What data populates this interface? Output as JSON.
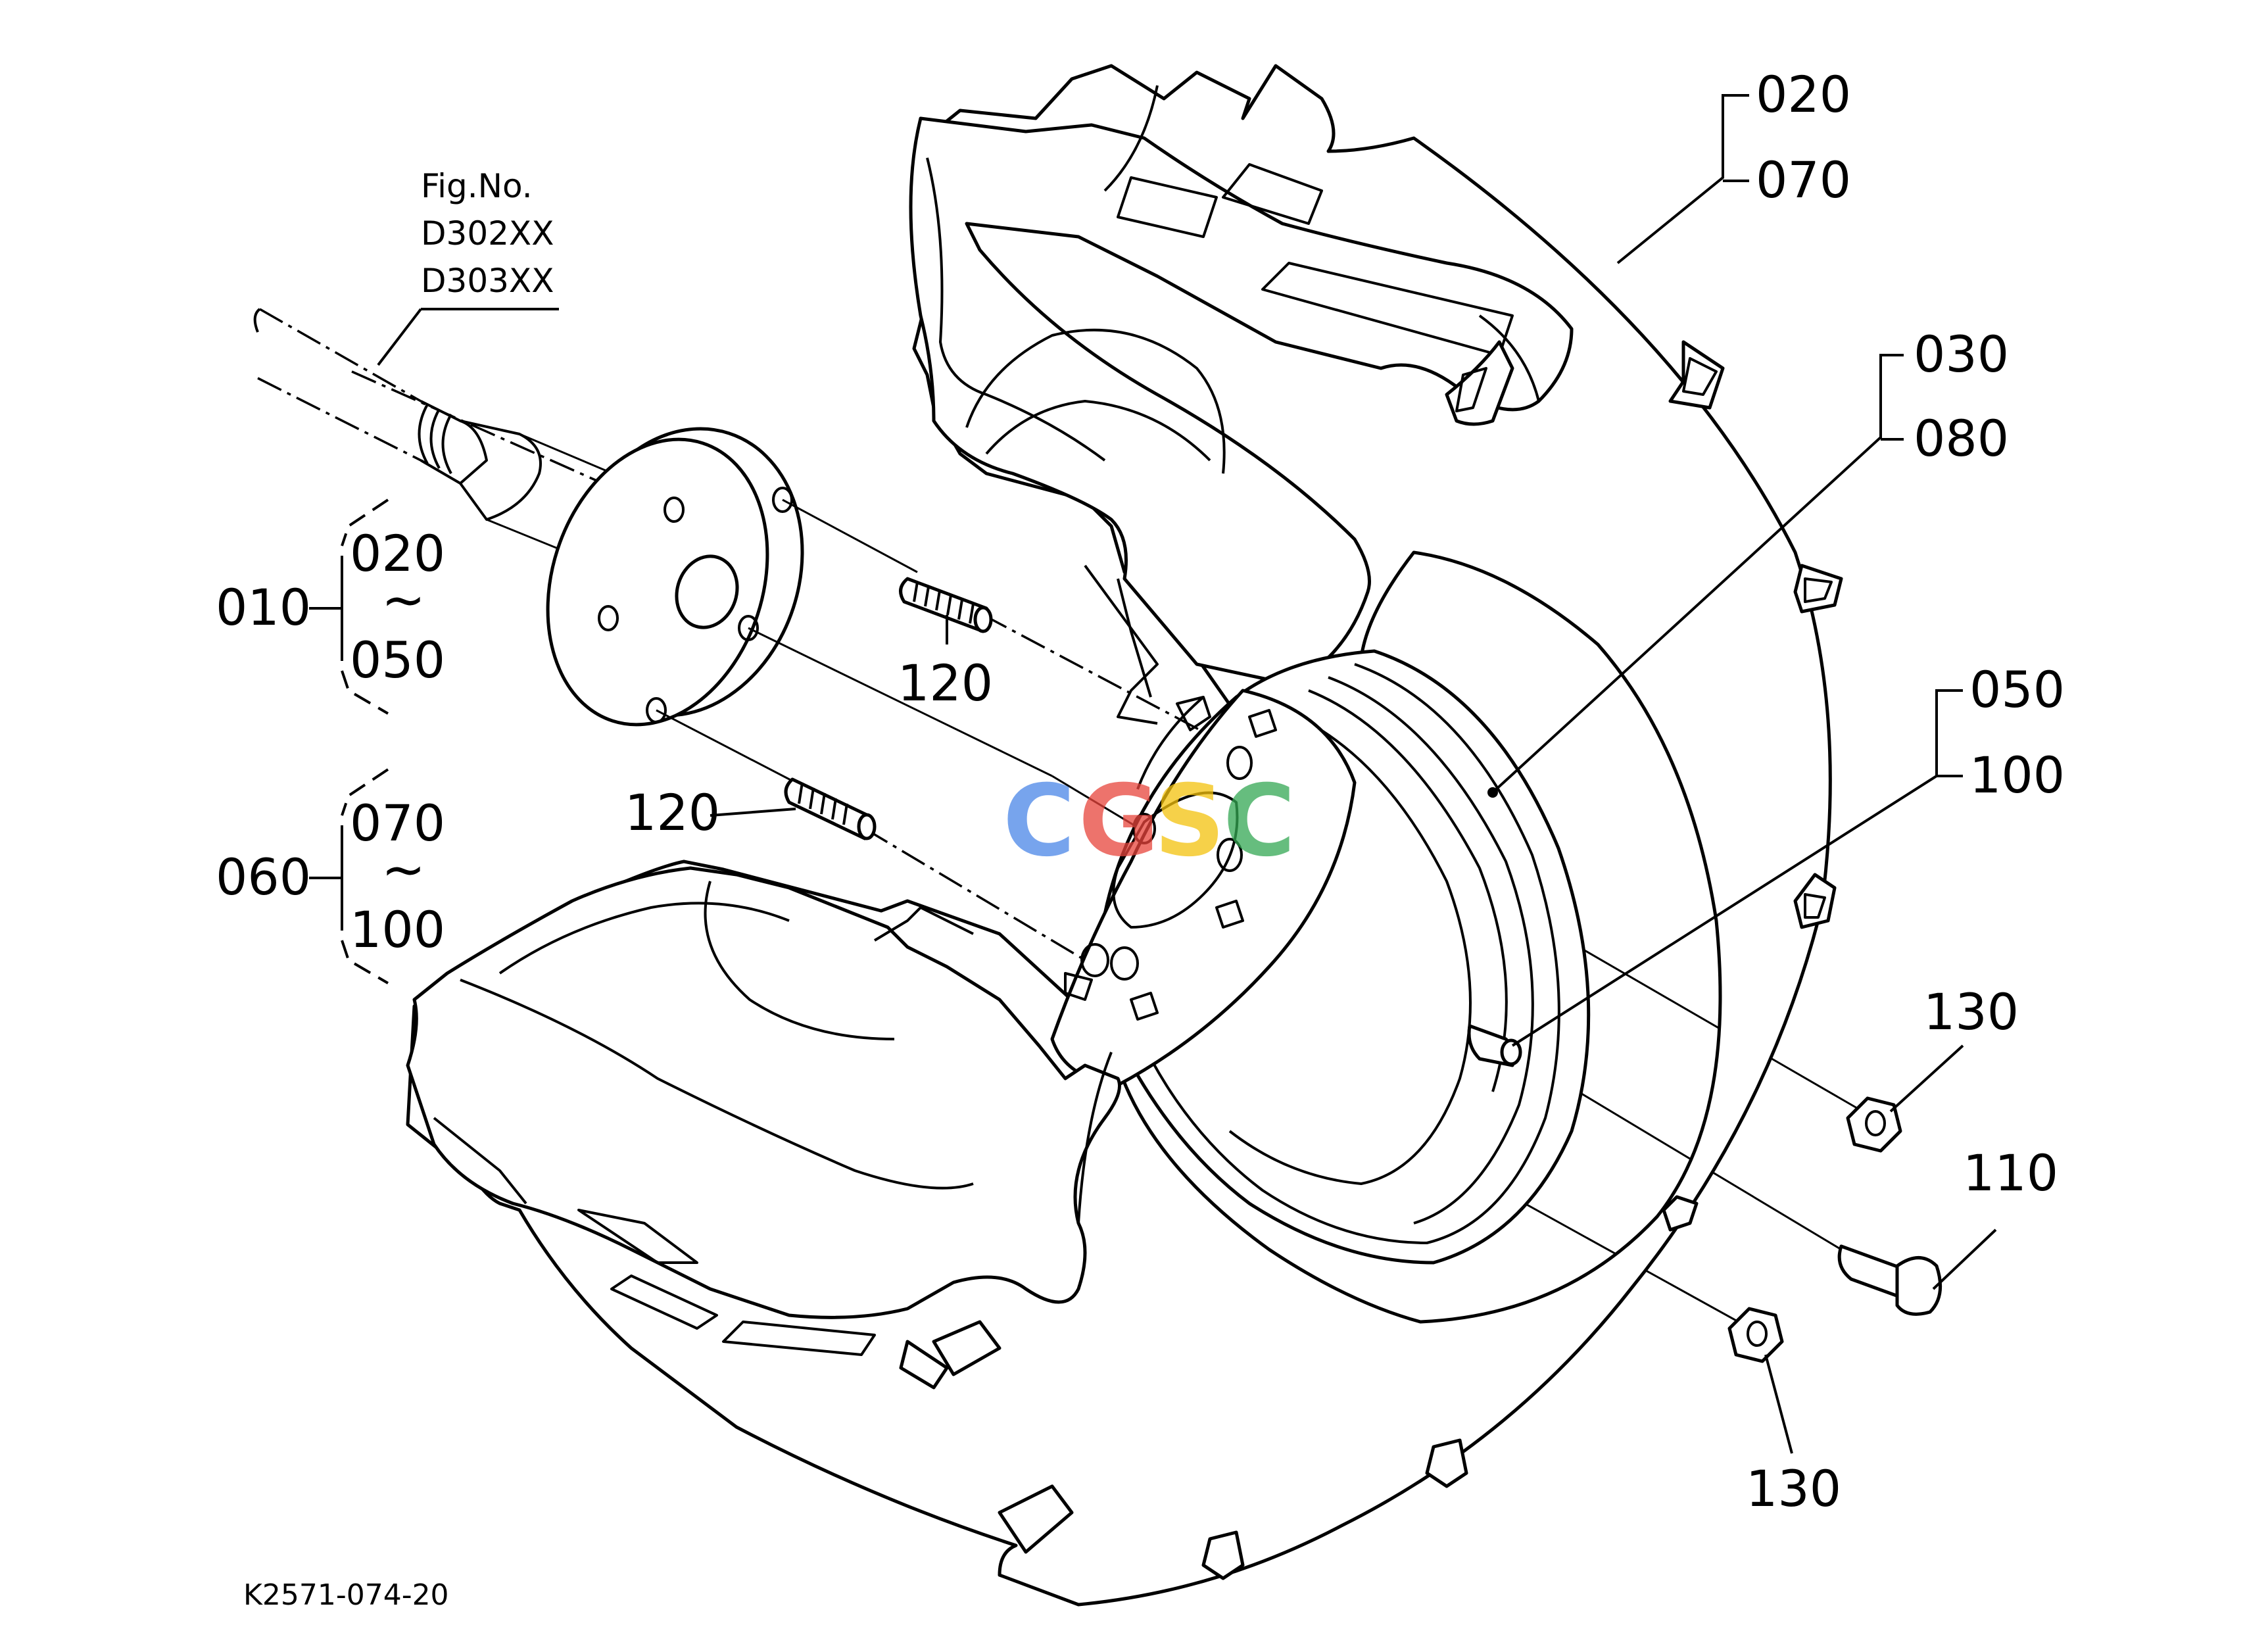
{
  "figure": {
    "drawing_code": "K2571-074-20",
    "fig_ref_lines": [
      "Fig.No.",
      "D302XX",
      "D303XX"
    ],
    "watermark": "CGSC",
    "watermark_colors": [
      "#4a86e8",
      "#e8453c",
      "#f4c20d",
      "#34a853"
    ]
  },
  "callouts": {
    "c020": "020",
    "c070": "070",
    "c030": "030",
    "c080": "080",
    "c050": "050",
    "c100": "100",
    "c130_upper": "130",
    "c110": "110",
    "c130_lower": "130",
    "c120_upper": "120",
    "c120_lower": "120"
  },
  "groups": [
    {
      "id": "010",
      "from": "020",
      "tilde": "~",
      "to": "050"
    },
    {
      "id": "060",
      "from": "070",
      "tilde": "~",
      "to": "100"
    }
  ]
}
